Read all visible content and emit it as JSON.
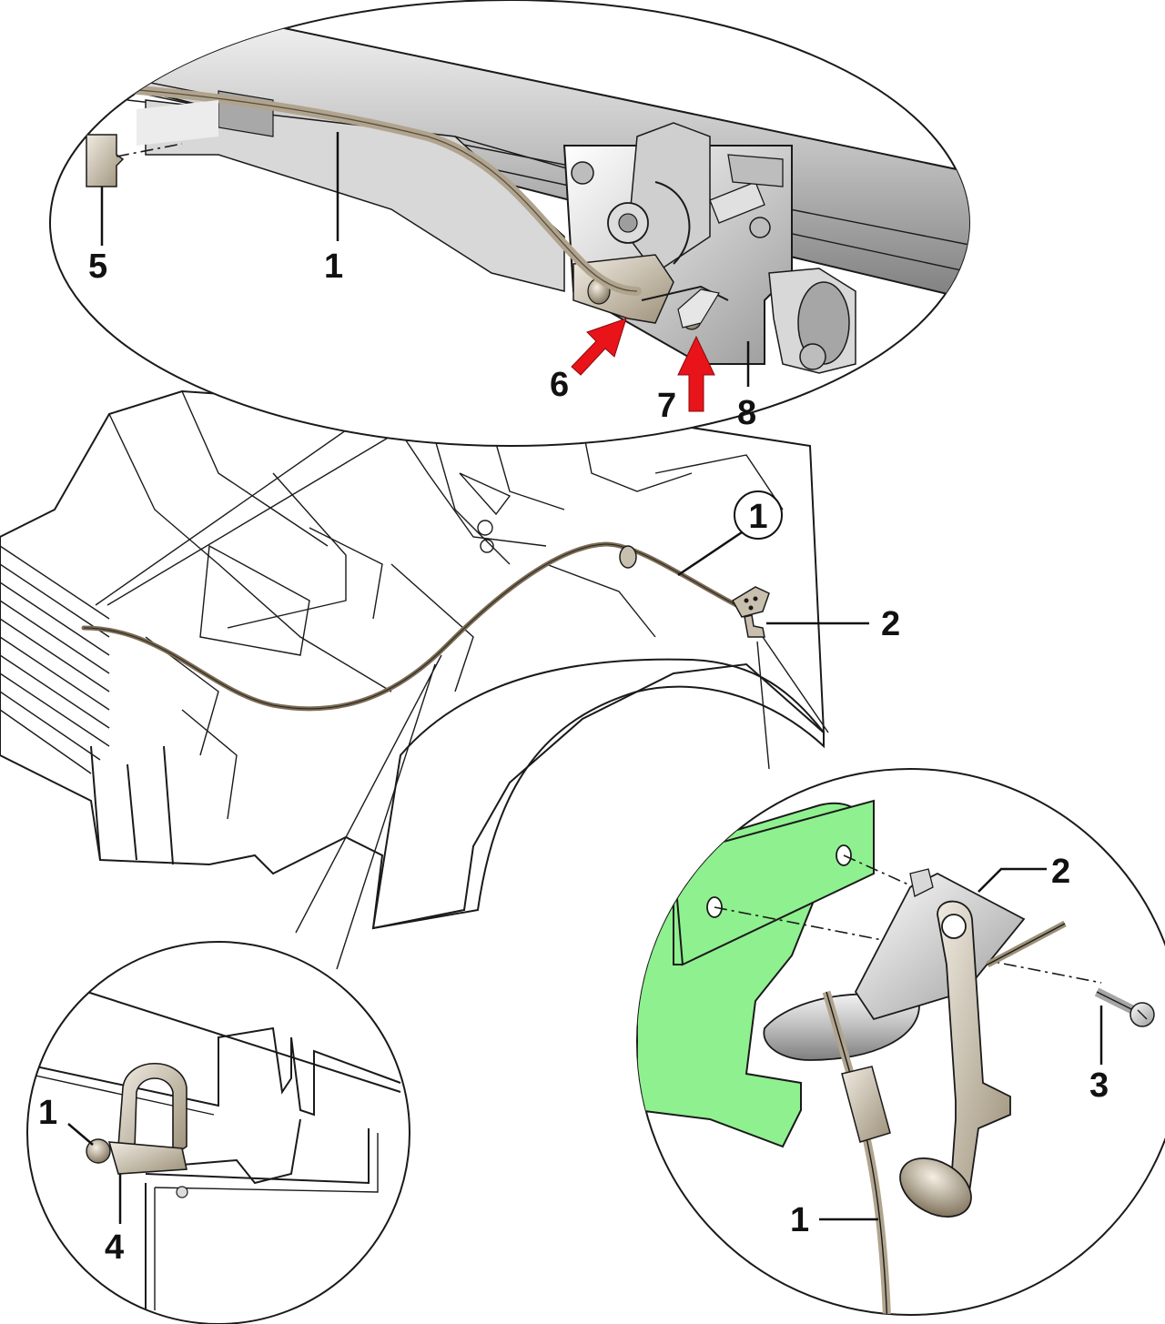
{
  "colors": {
    "body_fill": "#8ff08f",
    "cable": "#7a6a55",
    "metal_light": "#e4e4e4",
    "metal_dark": "#8c8c8c",
    "bracket": "#c9bfae",
    "arrow": "#e8141a",
    "background": "#ffffff"
  },
  "callouts": {
    "top_5": "5",
    "top_1": "1",
    "top_6": "6",
    "top_7": "7",
    "top_8": "8",
    "main_1": "1",
    "main_2": "2",
    "right_2": "2",
    "right_3": "3",
    "right_1": "1",
    "left_1": "1",
    "left_4": "4"
  },
  "icons": {
    "arrow_6": "red-arrow-icon",
    "arrow_7": "red-arrow-icon",
    "screw": "screw-icon"
  }
}
